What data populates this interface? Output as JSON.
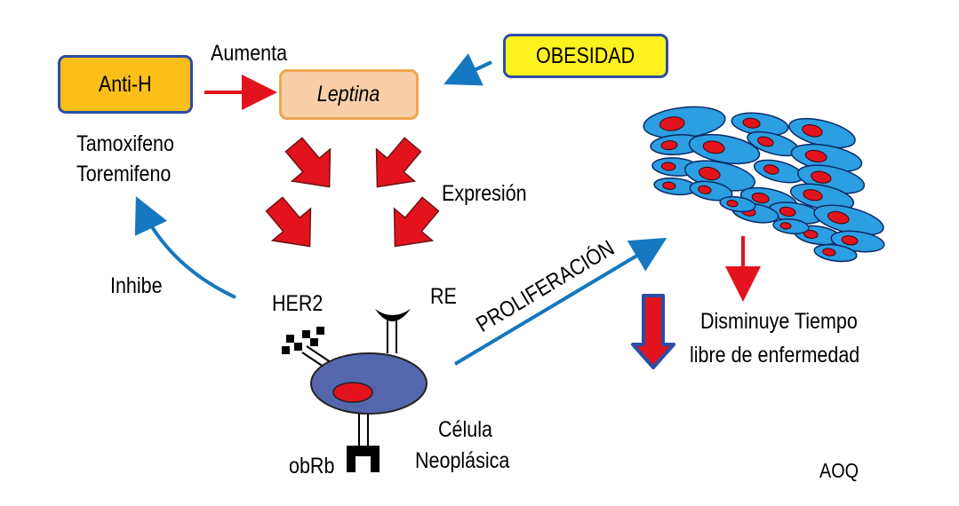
{
  "boxes": {
    "anti_h": "Anti-H",
    "leptina": "Leptina",
    "obesidad": "OBESIDAD"
  },
  "labels": {
    "aumenta": "Aumenta",
    "tamoxifeno": "Tamoxifeno",
    "toremifeno": "Toremifeno",
    "expresion": "Expresión",
    "inhibe": "Inhibe",
    "her2": "HER2",
    "re": "RE",
    "proliferacion": "PROLIFERACIÓN",
    "disminuye_line1": "Disminuye Tiempo",
    "disminuye_line2": "libre de enfermedad",
    "celula_line1": "Célula",
    "celula_line2": "Neoplásica",
    "obrb": "obRb",
    "aoq": "AOQ"
  },
  "colors": {
    "anti_h_fill": "#fbbf1a",
    "leptina_fill": "#f8cfa8",
    "leptina_border": "#f0a650",
    "obesidad_fill": "#fdf21e",
    "box_border": "#2b4da6",
    "red_arrow": "#e3131e",
    "blue_arrow": "#1577c0",
    "cell_body": "#5467ad",
    "nucleus": "#e3131e",
    "tissue_cell": "#2c9ee2"
  }
}
